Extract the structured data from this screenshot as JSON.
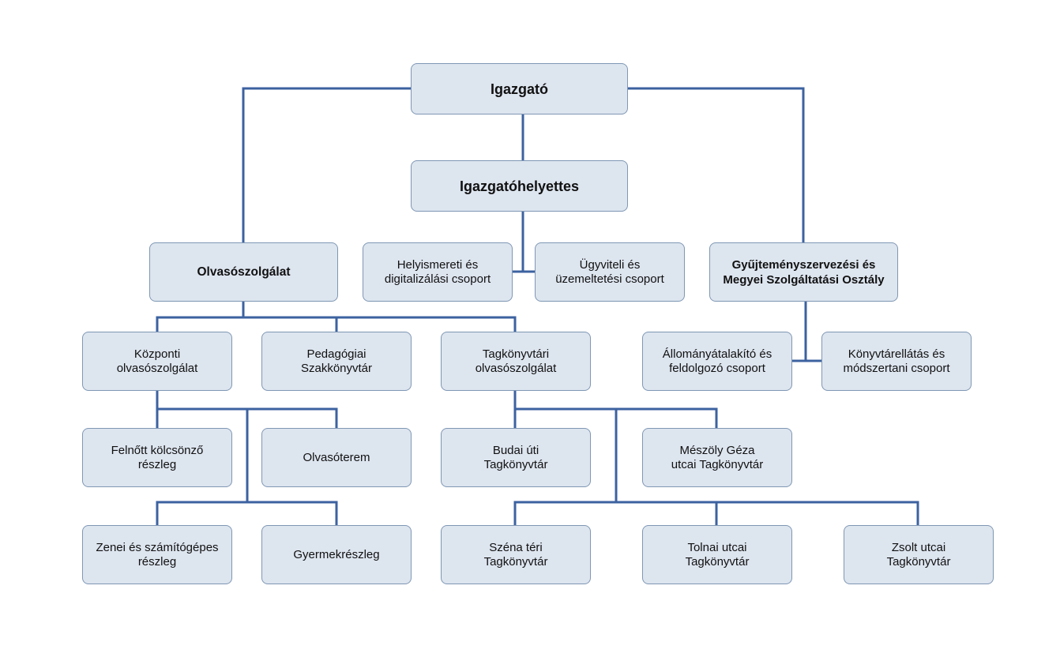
{
  "nodes": {
    "igazgato": "Igazgató",
    "helyettes": "Igazgatóhelyettes",
    "olvaso": "Olvasószolgálat",
    "helyismereti": "Helyismereti és\ndigitalizálási csoport",
    "ugyviteli": "Ügyviteli és\nüzemeltetési csoport",
    "gyujtemeny": "Gyűjteményszervezési és\nMegyei Szolgáltatási Osztály",
    "kozponti": "Központi\nolvasószolgálat",
    "pedagogiai": "Pedagógiai\nSzakkönyvtár",
    "tagkonyvtari": "Tagkönyvtári\nolvasószolgálat",
    "allomany": "Állományátalakító és\nfeldolgozó csoport",
    "konyvtarellatas": "Könyvtárellátás és\nmódszertani csoport",
    "felnott": "Felnőtt kölcsönző\nrészleg",
    "olvasoterem": "Olvasóterem",
    "budai": "Budai úti\nTagkönyvtár",
    "meszoly": "Mészöly Géza\nutcai Tagkönyvtár",
    "zenei": "Zenei és számítógépes\nrészleg",
    "gyermek": "Gyermekrészleg",
    "szena": "Széna téri\nTagkönyvtár",
    "tolnai": "Tolnai utcai\nTagkönyvtár",
    "zsolt": "Zsolt utcai\nTagkönyvtár"
  },
  "colors": {
    "connector": "#3c62a0",
    "box_fill": "#dde5ef",
    "box_border": "#7f97b4"
  }
}
